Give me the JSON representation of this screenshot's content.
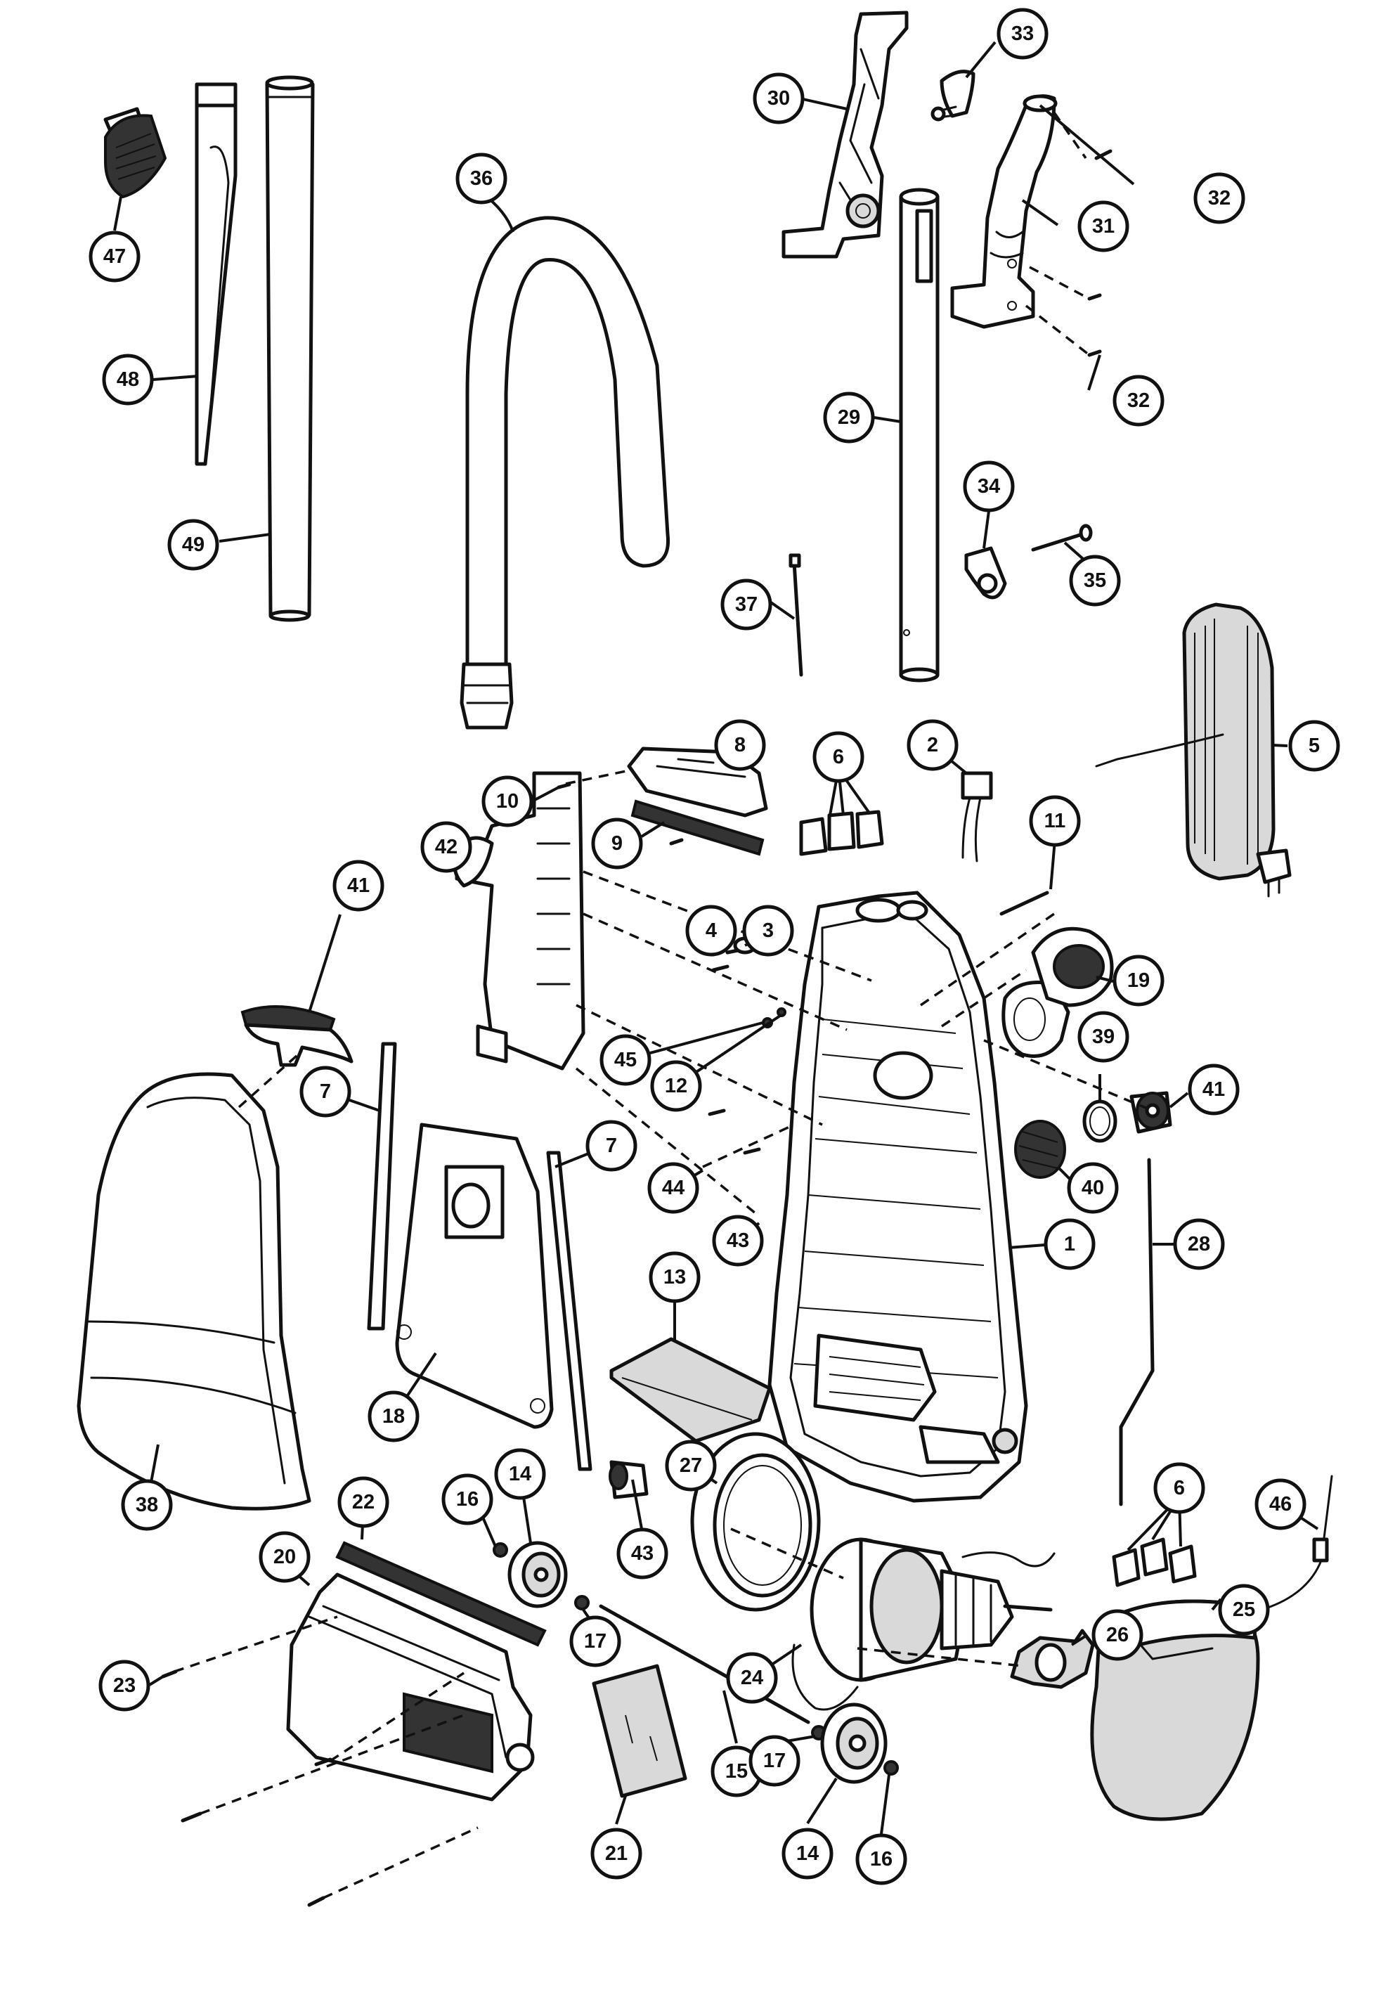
{
  "diagram": {
    "callouts": [
      {
        "id": "c47",
        "label": "47"
      },
      {
        "id": "c48",
        "label": "48"
      },
      {
        "id": "c49",
        "label": "49"
      },
      {
        "id": "c36",
        "label": "36"
      },
      {
        "id": "c30",
        "label": "30"
      },
      {
        "id": "c33",
        "label": "33"
      },
      {
        "id": "c32a",
        "label": "32"
      },
      {
        "id": "c31",
        "label": "31"
      },
      {
        "id": "c32b",
        "label": "32"
      },
      {
        "id": "c29",
        "label": "29"
      },
      {
        "id": "c34",
        "label": "34"
      },
      {
        "id": "c35",
        "label": "35"
      },
      {
        "id": "c37",
        "label": "37"
      },
      {
        "id": "c8",
        "label": "8"
      },
      {
        "id": "c6a",
        "label": "6"
      },
      {
        "id": "c2",
        "label": "2"
      },
      {
        "id": "c5",
        "label": "5"
      },
      {
        "id": "c10",
        "label": "10"
      },
      {
        "id": "c42",
        "label": "42"
      },
      {
        "id": "c9",
        "label": "9"
      },
      {
        "id": "c11",
        "label": "11"
      },
      {
        "id": "c41a",
        "label": "41"
      },
      {
        "id": "c4",
        "label": "4"
      },
      {
        "id": "c3",
        "label": "3"
      },
      {
        "id": "c19",
        "label": "19"
      },
      {
        "id": "c45",
        "label": "45"
      },
      {
        "id": "c39",
        "label": "39"
      },
      {
        "id": "c12",
        "label": "12"
      },
      {
        "id": "c41b",
        "label": "41"
      },
      {
        "id": "c7a",
        "label": "7"
      },
      {
        "id": "c7b",
        "label": "7"
      },
      {
        "id": "c44",
        "label": "44"
      },
      {
        "id": "c40",
        "label": "40"
      },
      {
        "id": "c43a",
        "label": "43"
      },
      {
        "id": "c1",
        "label": "1"
      },
      {
        "id": "c28",
        "label": "28"
      },
      {
        "id": "c13",
        "label": "13"
      },
      {
        "id": "c18",
        "label": "18"
      },
      {
        "id": "c38",
        "label": "38"
      },
      {
        "id": "c22",
        "label": "22"
      },
      {
        "id": "c16a",
        "label": "16"
      },
      {
        "id": "c14a",
        "label": "14"
      },
      {
        "id": "c27",
        "label": "27"
      },
      {
        "id": "c6b",
        "label": "6"
      },
      {
        "id": "c46",
        "label": "46"
      },
      {
        "id": "c20",
        "label": "20"
      },
      {
        "id": "c43b",
        "label": "43"
      },
      {
        "id": "c17a",
        "label": "17"
      },
      {
        "id": "c26",
        "label": "26"
      },
      {
        "id": "c25",
        "label": "25"
      },
      {
        "id": "c23",
        "label": "23"
      },
      {
        "id": "c24",
        "label": "24"
      },
      {
        "id": "c15",
        "label": "15"
      },
      {
        "id": "c17b",
        "label": "17"
      },
      {
        "id": "c21",
        "label": "21"
      },
      {
        "id": "c14b",
        "label": "14"
      },
      {
        "id": "c16b",
        "label": "16"
      }
    ]
  },
  "colors": {
    "line": "#111111",
    "background": "#ffffff",
    "shade": "#d9d9d9"
  }
}
